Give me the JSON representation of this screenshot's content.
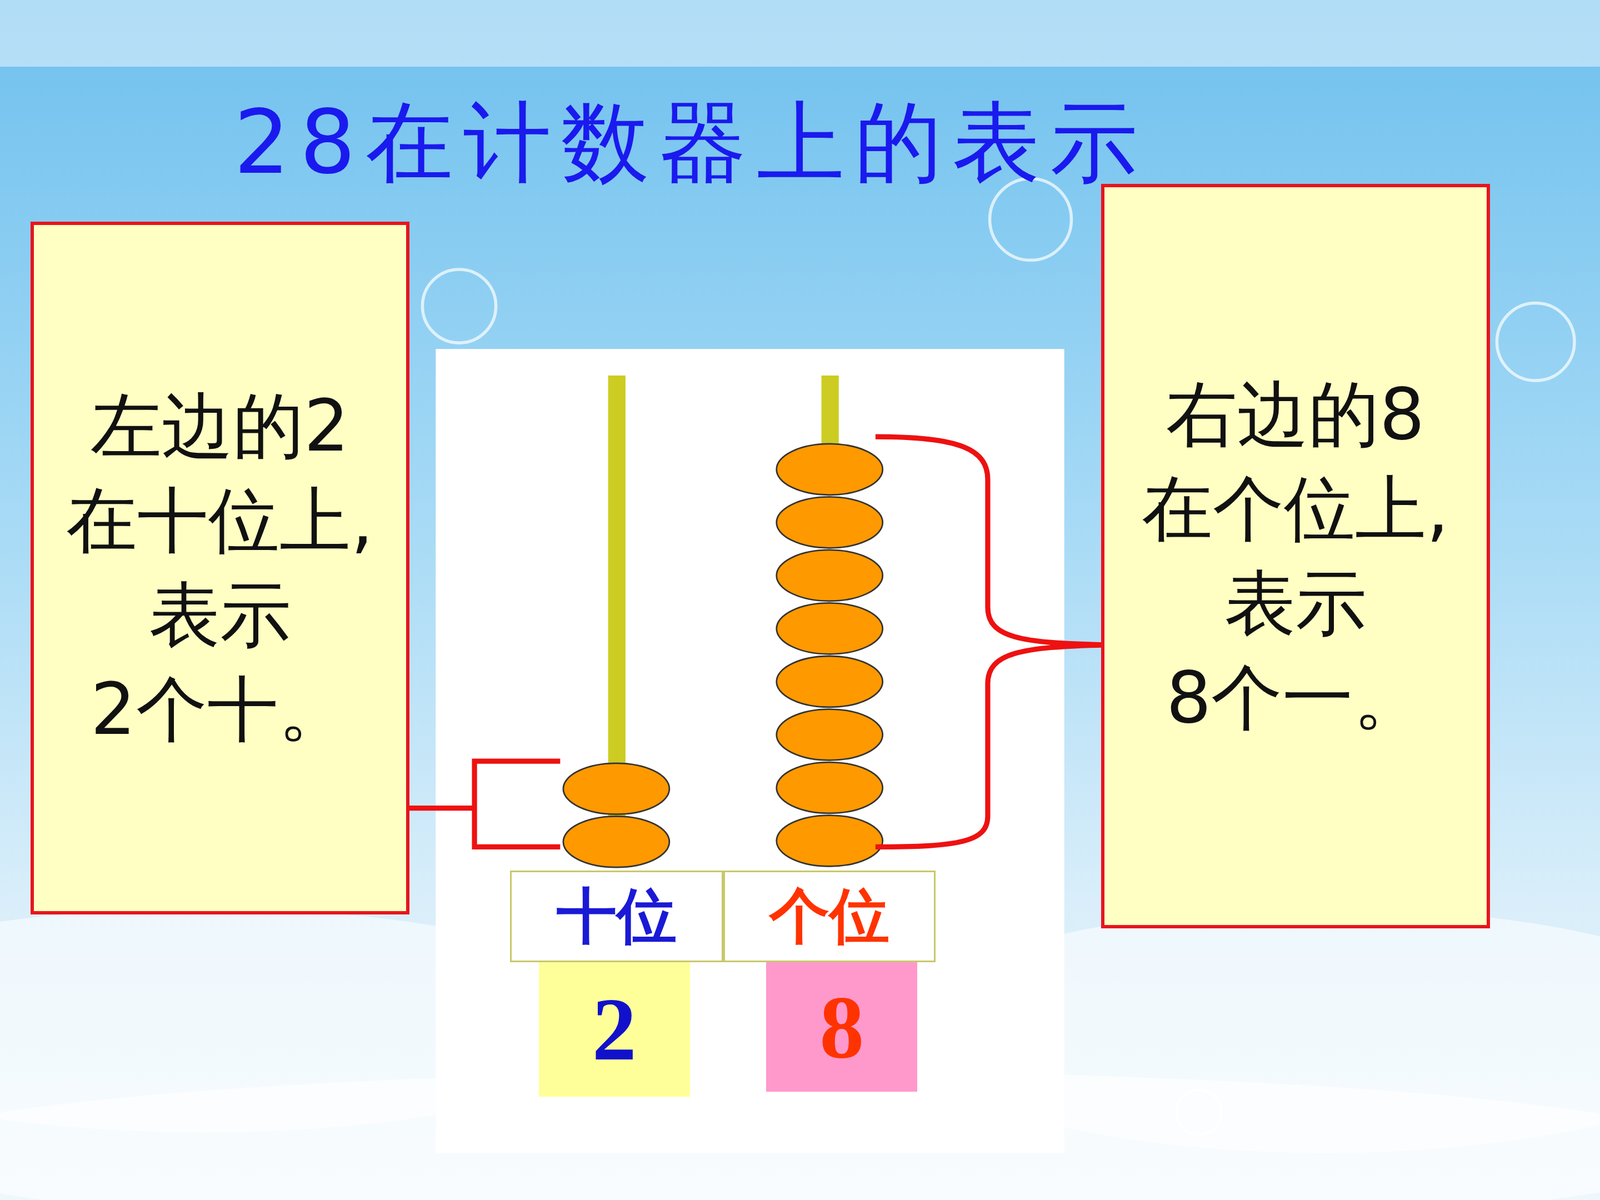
{
  "diagram": {
    "title": "28在计数器上的表示",
    "nodes": [
      {
        "text": [
          "左边的2 在十位上, 表示 2个十。"
        ]
      },
      {
        "text": [
          "右边的8 在个位上, 表示 8个一。"
        ]
      },
      {
        "text": [
          "十位"
        ]
      },
      {
        "text": [
          "个位"
        ]
      },
      {
        "text": [
          "2"
        ]
      },
      {
        "text": [
          "8"
        ]
      }
    ]
  }
}
